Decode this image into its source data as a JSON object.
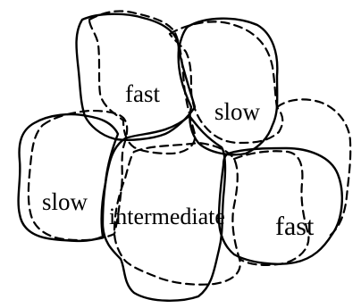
{
  "diagram": {
    "regions": [
      {
        "id": "top-left",
        "label": "fast"
      },
      {
        "id": "top-right",
        "label": "slow"
      },
      {
        "id": "bottom-left",
        "label": "slow"
      },
      {
        "id": "center",
        "label": "intermediate"
      },
      {
        "id": "bottom-right",
        "label": "fast"
      }
    ]
  }
}
